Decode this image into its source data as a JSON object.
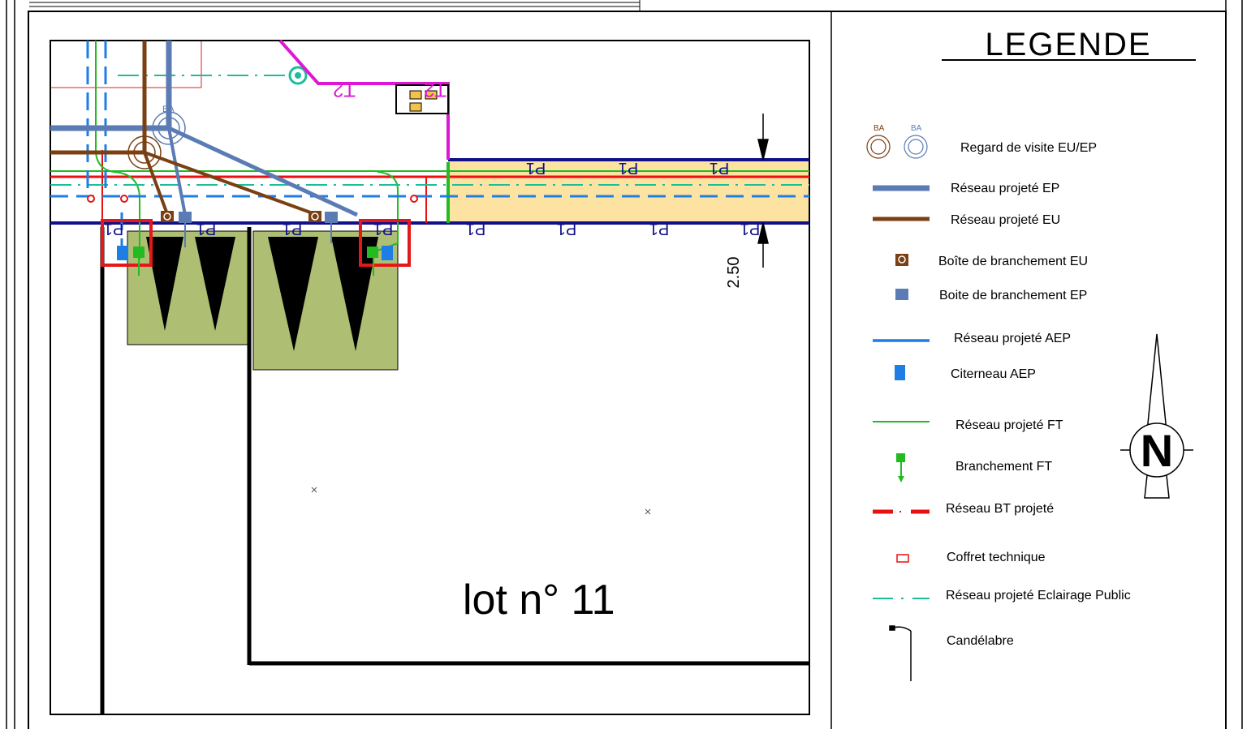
{
  "plan": {
    "lot_label": "lot n° 11",
    "dimension": "2.50",
    "network_tag": "P1",
    "transformer_tag": "T2",
    "manhole_tag": "BA"
  },
  "legend": {
    "title": "LEGENDE",
    "items": [
      {
        "icon": "manhole-eu-ep-icon",
        "label": "Regard de visite EU/EP"
      },
      {
        "icon": "ep-network-line-icon",
        "label": "Réseau projeté EP"
      },
      {
        "icon": "eu-network-line-icon",
        "label": "Réseau projeté EU"
      },
      {
        "icon": "eu-connection-box-icon",
        "label": "Boîte de branchement EU"
      },
      {
        "icon": "ep-connection-box-icon",
        "label": "Boite de branchement EP"
      },
      {
        "icon": "aep-network-line-icon",
        "label": "Réseau projeté AEP"
      },
      {
        "icon": "aep-meter-box-icon",
        "label": "Citerneau AEP"
      },
      {
        "icon": "ft-network-line-icon",
        "label": "Réseau projeté FT"
      },
      {
        "icon": "ft-connection-icon",
        "label": "Branchement FT"
      },
      {
        "icon": "bt-network-line-icon",
        "label": "Réseau BT projeté"
      },
      {
        "icon": "technical-box-icon",
        "label": "Coffret technique"
      },
      {
        "icon": "public-lighting-line-icon",
        "label": "Réseau projeté Eclairage Public"
      },
      {
        "icon": "street-lamp-icon",
        "label": "Candélabre"
      }
    ]
  },
  "north_arrow": {
    "label": "N"
  },
  "colors": {
    "ep": "#5b7bb5",
    "eu": "#7a3f12",
    "aep": "#1e7ee6",
    "ft": "#22bb22",
    "bt": "#e81010",
    "lighting": "#1dbd9a",
    "hta": "#e016d6",
    "road_fill": "#fde3a2",
    "parking_fill": "#aebe72",
    "box_highlight": "#e41818"
  }
}
